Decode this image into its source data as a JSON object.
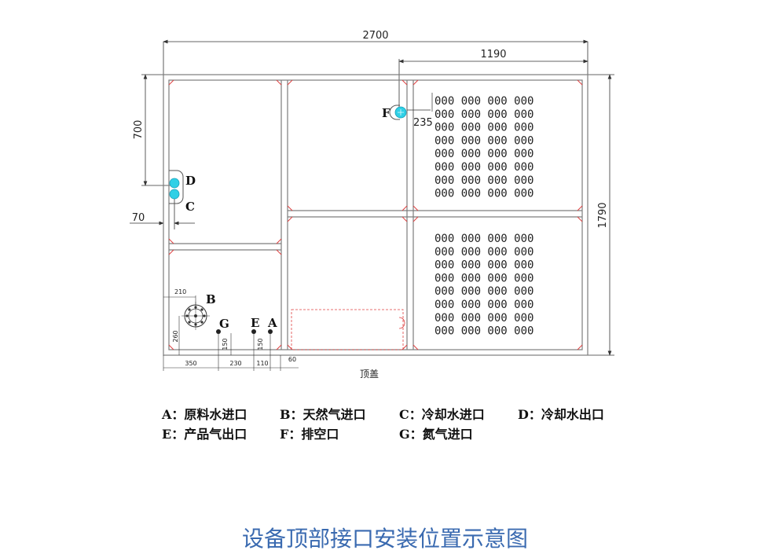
{
  "colors": {
    "line": "#555555",
    "frame": "#7d7d7d",
    "port": "#2fd0e6",
    "accent": "#e04040",
    "caption": "#3a6ab0"
  },
  "dimensions": {
    "total_width": "2700",
    "right_width": "1190",
    "total_height": "1790",
    "d_height": "700",
    "side_offset": "70",
    "f_offset": "235",
    "b_horizontal": "210",
    "b_vertical": "260",
    "g_vertical": "150",
    "e_vertical": "150",
    "bottom": [
      "350",
      "230",
      "110",
      "60"
    ]
  },
  "ports": {
    "A": "A",
    "B": "B",
    "C": "C",
    "D": "D",
    "E": "E",
    "F": "F",
    "G": "G"
  },
  "grille_row": "000 000 000 000",
  "view_label": "顶盖",
  "legend": [
    {
      "row": 0,
      "items": [
        "A：原料水进口",
        "B：天然气进口",
        "C：冷却水进口",
        "D：冷却水出口"
      ]
    },
    {
      "row": 1,
      "items": [
        "E：产品气出口",
        "F：排空口",
        "G：氮气进口"
      ]
    }
  ],
  "caption": "设备顶部接口安装位置示意图"
}
